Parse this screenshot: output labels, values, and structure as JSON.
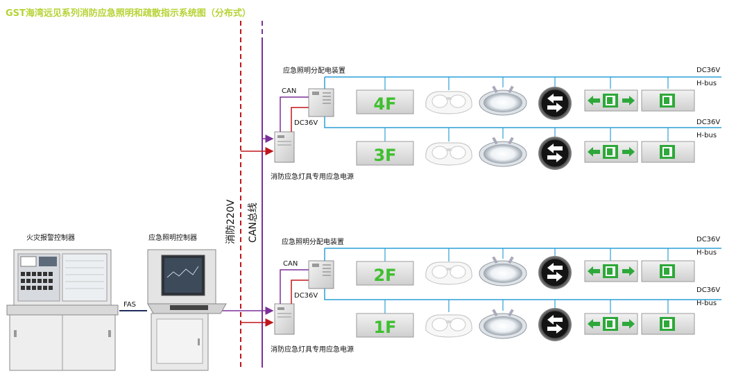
{
  "title": "GST海湾远见系列消防应急照明和疏散指示系统图（分布式）",
  "labels": {
    "fire_alarm_controller": "火灾报警控制器",
    "emergency_lighting_controller": "应急照明控制器",
    "fas": "FAS",
    "power_line": "消防220V",
    "can_bus": "CAN总线",
    "distribution_device": "应急照明分配电装置",
    "can": "CAN",
    "dc36v": "DC36V",
    "hbus": "H-bus",
    "power_supply": "消防应急灯具专用应急电源"
  },
  "floors": [
    "4F",
    "3F",
    "2F",
    "1F"
  ],
  "colors": {
    "title": "#b5d334",
    "power_line": "#c0161b",
    "can_bus": "#7b2f9a",
    "hbus": "#2a9fd6",
    "fas_link": "#1f2a5a",
    "floor_text": "#3fbf2f",
    "exit_green": "#2ea83a"
  }
}
